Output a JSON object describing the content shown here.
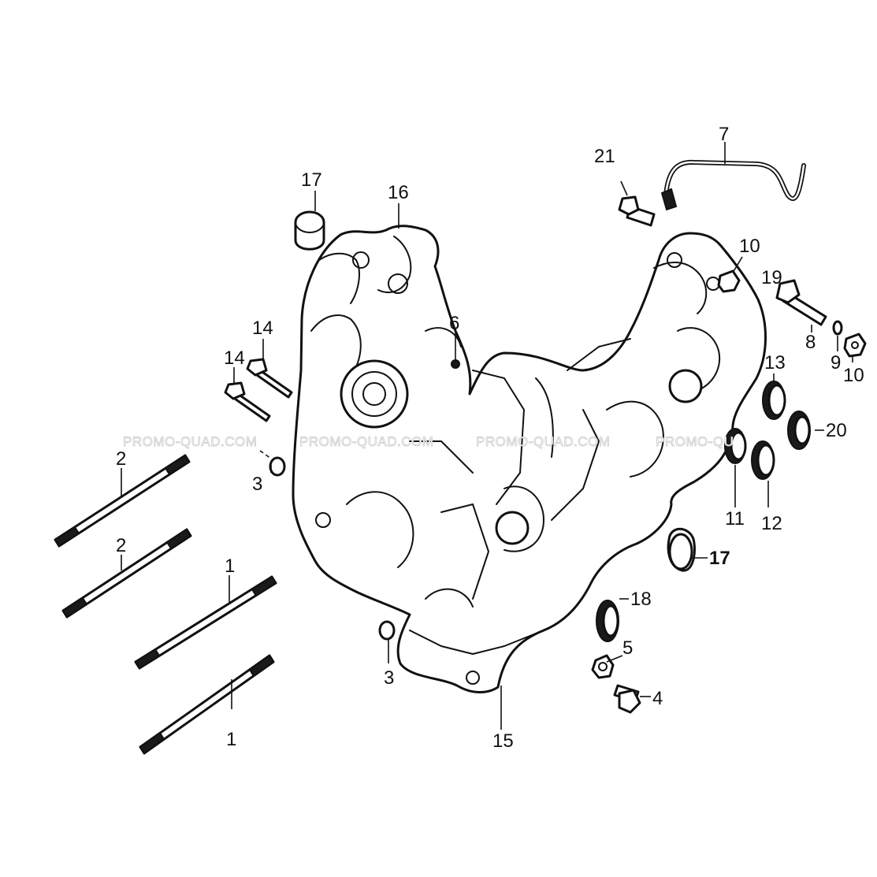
{
  "watermark_text": "PROMO-QUAD.COM",
  "watermark_partial": "PROMO-QU",
  "callouts": {
    "c1a": "1",
    "c1b": "1",
    "c2a": "2",
    "c2b": "2",
    "c3a": "3",
    "c3b": "3",
    "c4": "4",
    "c5": "5",
    "c6": "6",
    "c7": "7",
    "c8": "8",
    "c9": "9",
    "c10a": "10",
    "c10b": "10",
    "c11": "11",
    "c12": "12",
    "c13": "13",
    "c14a": "14",
    "c14b": "14",
    "c15": "15",
    "c16": "16",
    "c17a": "17",
    "c17b": "17",
    "c18": "18",
    "c19": "19",
    "c20": "20",
    "c21": "21"
  }
}
